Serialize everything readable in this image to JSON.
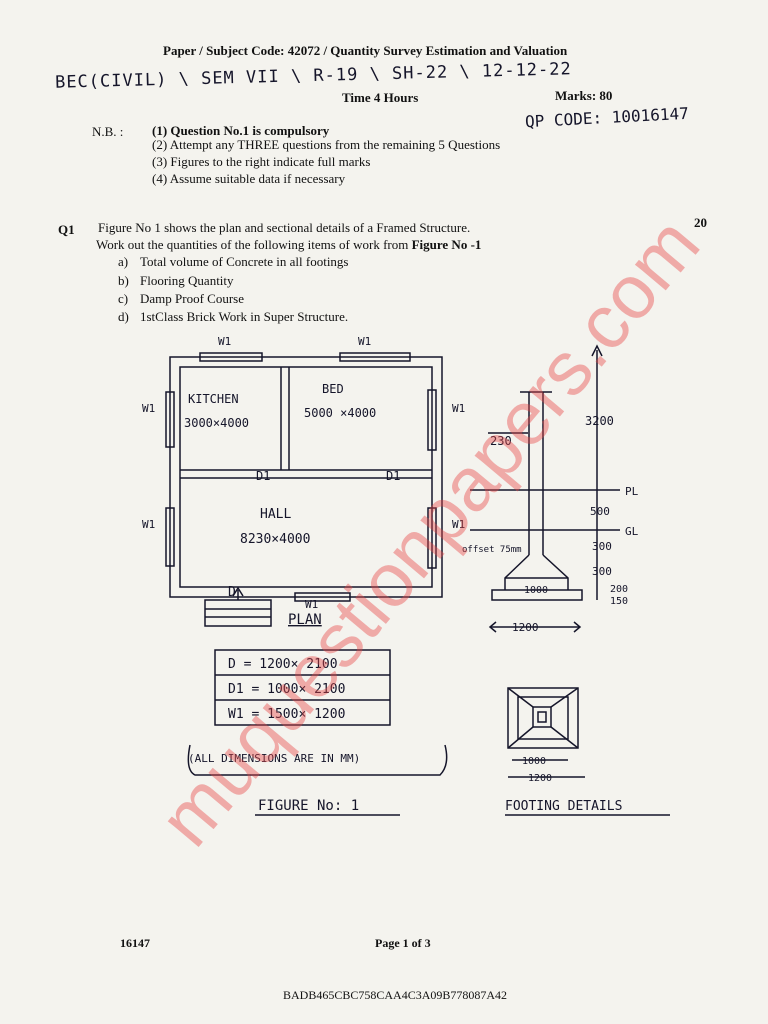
{
  "header": {
    "title": "Paper / Subject Code: 42072 / Quantity Survey Estimation and Valuation",
    "handwritten_course": "BEC(CIVIL) \\ SEM VII \\ R-19 \\ SH-22 \\ 12-12-22",
    "time": "Time 4 Hours",
    "marks": "Marks: 80",
    "qp_code": "QP CODE: 10016147"
  },
  "instructions": {
    "label": "N.B. :",
    "items": [
      "(1) Question No.1 is compulsory",
      "(2) Attempt any THREE questions from the remaining 5 Questions",
      "(3) Figures to the right indicate full marks",
      "(4) Assume suitable data if necessary"
    ]
  },
  "q1": {
    "number": "Q1",
    "marks": "20",
    "line1": "Figure No 1 shows the plan and sectional details of a Framed Structure.",
    "line2_prefix": "Work out the quantities of the following items of work from ",
    "line2_bold": "Figure No -1",
    "items": [
      {
        "label": "a)",
        "text": "Total volume of Concrete in all footings"
      },
      {
        "label": "b)",
        "text": "Flooring Quantity"
      },
      {
        "label": "c)",
        "text": "Damp Proof Course"
      },
      {
        "label": "d)",
        "text": "1stClass Brick Work in Super Structure."
      }
    ]
  },
  "figure": {
    "rooms": {
      "kitchen_name": "KITCHEN",
      "kitchen_size": "3000×4000",
      "bed_name": "BED",
      "bed_size": "5000 ×4000",
      "hall_name": "HALL",
      "hall_size": "8230×4000"
    },
    "openings": {
      "w1": "W1",
      "d": "D",
      "d1": "D1"
    },
    "plan_label": "PLAN",
    "schedule": [
      "D = 1200× 2100",
      "D1 = 1000× 2100",
      "W1 = 1500× 1200"
    ],
    "note": "(ALL DIMENSIONS ARE IN MM)",
    "figure_label": "FIGURE No: 1",
    "section": {
      "dim_3200": "3200",
      "dim_230": "230",
      "pl": "PL",
      "dim_500": "500",
      "gl": "GL",
      "offset": "offset 75mm",
      "dim_300a": "300",
      "dim_300b": "300",
      "dim_200": "200",
      "dim_150": "150",
      "dim_1000": "1000",
      "dim_1200": "1200"
    },
    "footing": {
      "dim_1000": "1000",
      "dim_1200": "1200",
      "label": "FOOTING DETAILS"
    }
  },
  "footer": {
    "code": "16147",
    "page": "Page 1 of 3",
    "hash": "BADB465CBC758CAA4C3A09B778087A42"
  },
  "watermark": "muquestionpapers.com"
}
